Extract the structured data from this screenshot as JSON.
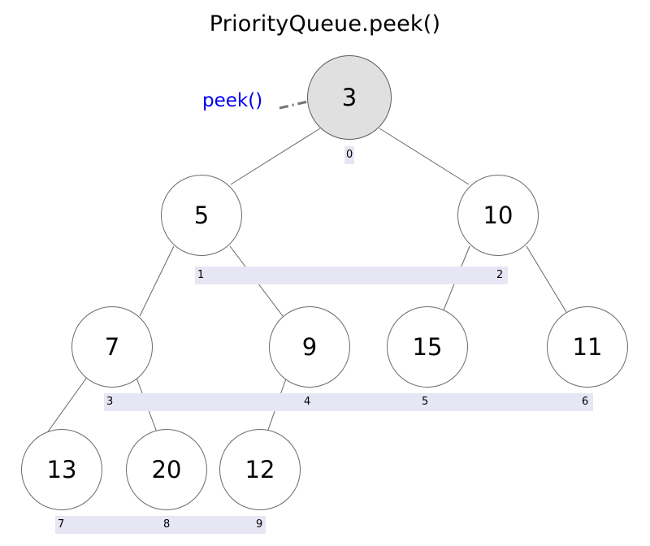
{
  "title": "PriorityQueue.peek()",
  "annotation": {
    "label": "peek()",
    "color": "#0000ee",
    "arrow_color": "#777777",
    "arrow_style": "dash-dot",
    "target_node_index": "0"
  },
  "colors": {
    "node_fill": "#ffffff",
    "node_highlight_fill": "#e0e0e0",
    "node_stroke": "#6b6b6b",
    "edge_stroke": "#666666",
    "index_band": "#e6e6f5",
    "text": "#000000",
    "background": "#ffffff"
  },
  "tree": {
    "nodes": [
      {
        "index": "0",
        "value": "3",
        "level": 0,
        "highlighted": true
      },
      {
        "index": "1",
        "value": "5",
        "level": 1,
        "highlighted": false
      },
      {
        "index": "2",
        "value": "10",
        "level": 1,
        "highlighted": false
      },
      {
        "index": "3",
        "value": "7",
        "level": 2,
        "highlighted": false
      },
      {
        "index": "4",
        "value": "9",
        "level": 2,
        "highlighted": false
      },
      {
        "index": "5",
        "value": "15",
        "level": 2,
        "highlighted": false
      },
      {
        "index": "6",
        "value": "11",
        "level": 2,
        "highlighted": false
      },
      {
        "index": "7",
        "value": "13",
        "level": 3,
        "highlighted": false
      },
      {
        "index": "8",
        "value": "20",
        "level": 3,
        "highlighted": false
      },
      {
        "index": "9",
        "value": "12",
        "level": 3,
        "highlighted": false
      }
    ],
    "edges": [
      {
        "from": "0",
        "to": "1"
      },
      {
        "from": "0",
        "to": "2"
      },
      {
        "from": "1",
        "to": "3"
      },
      {
        "from": "1",
        "to": "4"
      },
      {
        "from": "2",
        "to": "5"
      },
      {
        "from": "2",
        "to": "6"
      },
      {
        "from": "3",
        "to": "7"
      },
      {
        "from": "3",
        "to": "8"
      },
      {
        "from": "4",
        "to": "9"
      }
    ],
    "index_rows": [
      {
        "level": 0,
        "indices": [
          "0"
        ]
      },
      {
        "level": 1,
        "indices": [
          "1",
          "2"
        ]
      },
      {
        "level": 2,
        "indices": [
          "3",
          "4",
          "5",
          "6"
        ]
      },
      {
        "level": 3,
        "indices": [
          "7",
          "8",
          "9"
        ]
      }
    ]
  }
}
